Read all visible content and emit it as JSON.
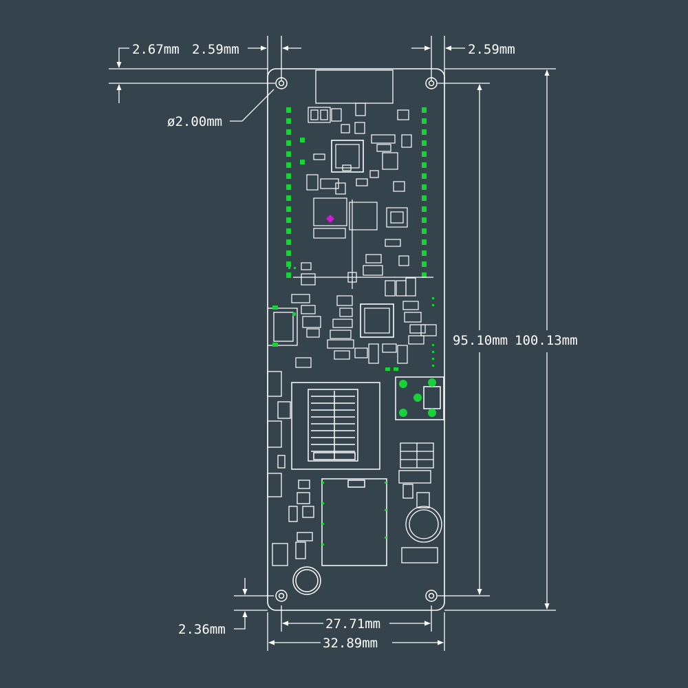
{
  "colors": {
    "background": "#35434c",
    "outline": "#ffffff",
    "pad": "#19d23a",
    "marker": "#d11ad6"
  },
  "dimensions": {
    "top_left_offset": "2.67mm",
    "top_left_hole_inset": "2.59mm",
    "top_right_hole_inset": "2.59mm",
    "hole_diameter": "ø2.00mm",
    "hole_span_height": "95.10mm",
    "board_height": "100.13mm",
    "bottom_hole_offset": "2.36mm",
    "hole_span_width": "27.71mm",
    "board_width": "32.89mm"
  }
}
